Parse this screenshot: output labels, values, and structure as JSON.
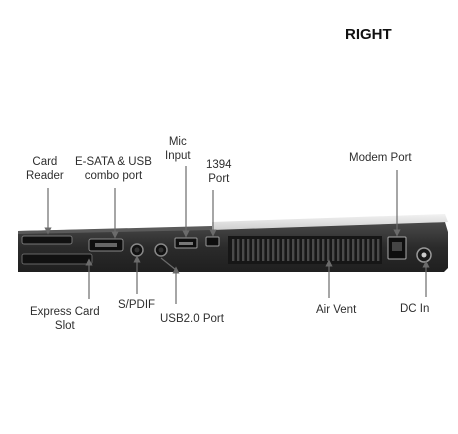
{
  "title": "RIGHT",
  "labels": {
    "card_reader": [
      "Card",
      "Reader"
    ],
    "esata_usb": [
      "E-SATA & USB",
      "combo port"
    ],
    "mic_input": [
      "Mic",
      "Input"
    ],
    "port_1394": [
      "1394",
      "Port"
    ],
    "modem_port": "Modem Port",
    "express_card": [
      "Express Card",
      "Slot"
    ],
    "spdif": "S/PDIF",
    "usb20": "USB2.0 Port",
    "air_vent": "Air Vent",
    "dc_in": "DC In"
  },
  "colors": {
    "body_dark": "#2a2a2a",
    "body_mid": "#3c3c3c",
    "arrow": "#6b6b6b",
    "lid": "#d9d9d9"
  }
}
